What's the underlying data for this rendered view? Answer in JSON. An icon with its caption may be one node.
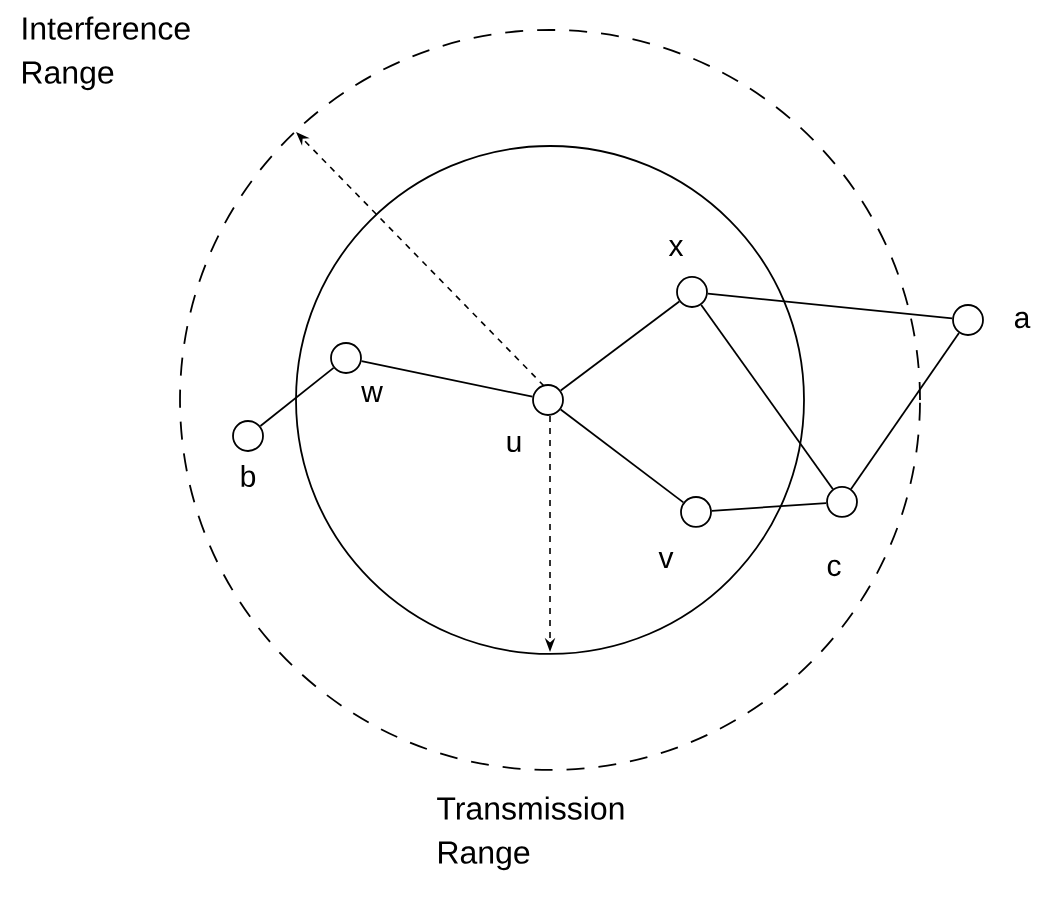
{
  "diagram": {
    "nodes": [
      {
        "text": [],
        "shape": "circle",
        "beside": [
          "x"
        ]
      },
      {
        "text": [],
        "shape": "circle",
        "beside": [
          "a"
        ]
      },
      {
        "text": [],
        "shape": "circle",
        "beside": [
          "w"
        ]
      },
      {
        "text": [],
        "shape": "circle",
        "beside": [
          "u"
        ]
      },
      {
        "text": [],
        "shape": "circle",
        "beside": [
          "b"
        ]
      },
      {
        "text": [],
        "shape": "circle",
        "beside": [
          "v"
        ]
      },
      {
        "text": [],
        "shape": "circle",
        "beside": [
          "c"
        ]
      }
    ],
    "edges": [
      {
        "from": 4,
        "to": 2,
        "arrow": "none"
      },
      {
        "from": 2,
        "to": 3,
        "arrow": "none"
      },
      {
        "from": 3,
        "to": 0,
        "arrow": "none"
      },
      {
        "from": 3,
        "to": 5,
        "arrow": "none"
      },
      {
        "from": 0,
        "to": 1,
        "arrow": "none"
      },
      {
        "from": 0,
        "to": 6,
        "arrow": "none"
      },
      {
        "from": 5,
        "to": 6,
        "arrow": "none"
      },
      {
        "from": 6,
        "to": 1,
        "arrow": "none"
      }
    ],
    "labels": [
      "Interference Range",
      "Transmission Range"
    ]
  }
}
